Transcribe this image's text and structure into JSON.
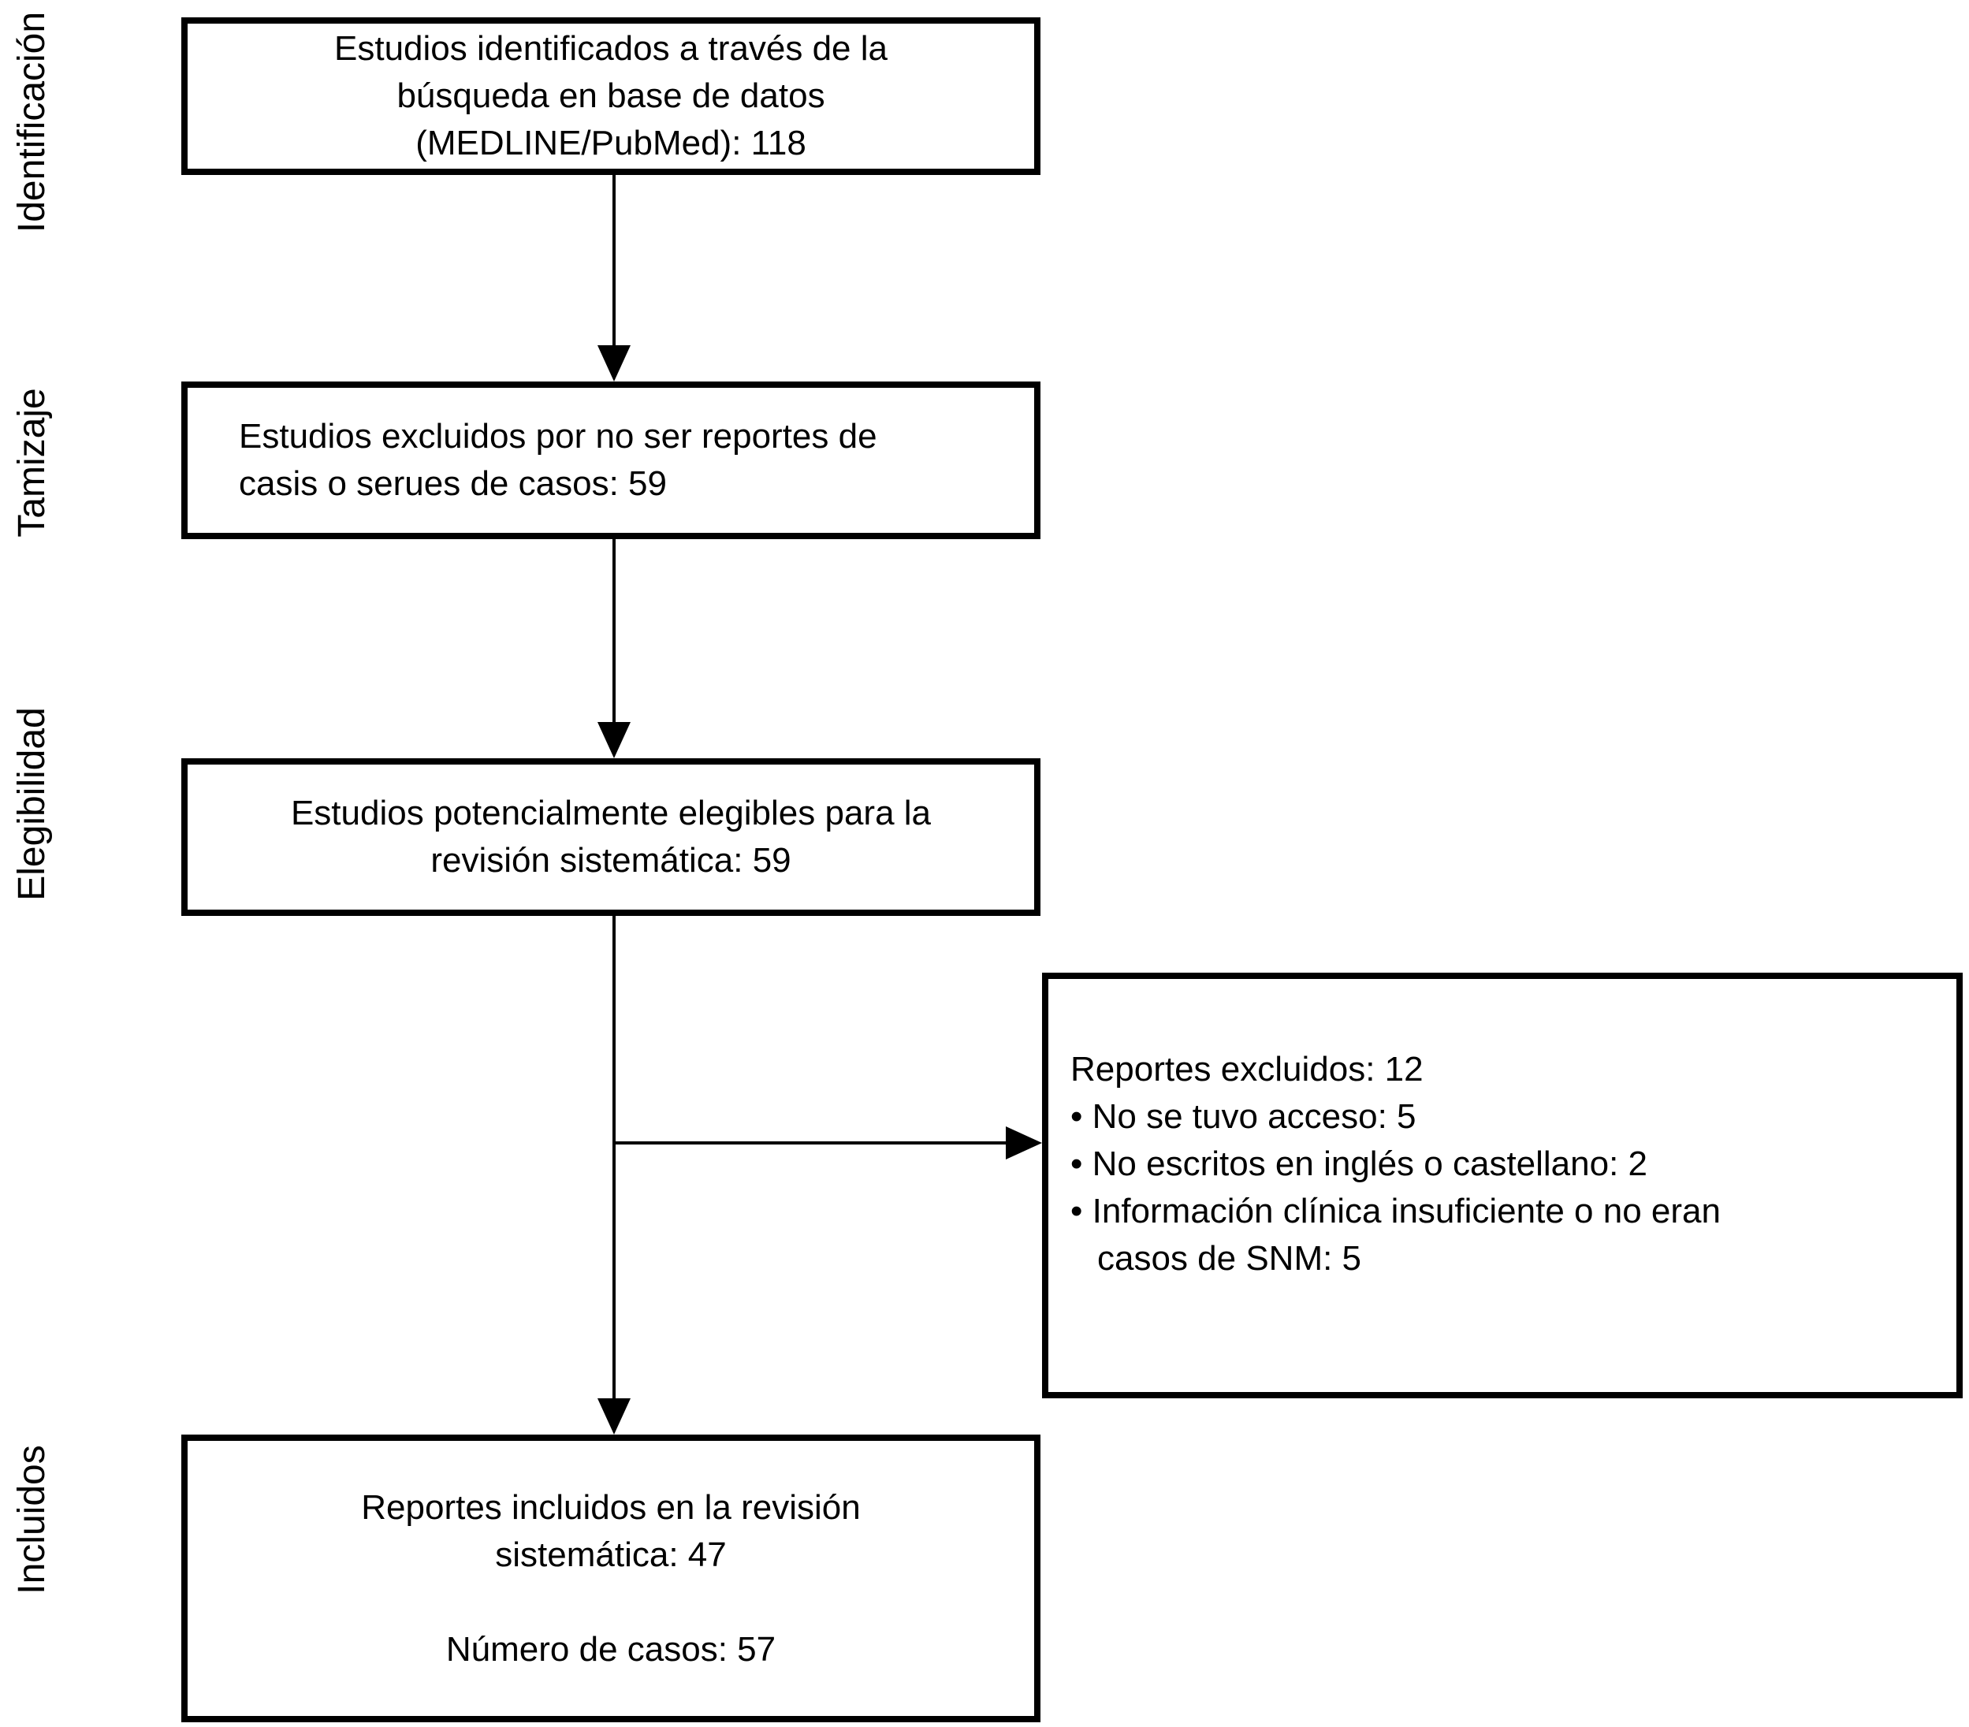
{
  "diagram": {
    "title": "PRISMA flow diagram (systematic review, Spanish)",
    "colors": {
      "line": "#000000",
      "background": "#ffffff"
    },
    "stage_labels": [
      {
        "label": "Identificación"
      },
      {
        "label": "Tamizaje"
      },
      {
        "label": "Elegibilidad"
      },
      {
        "label": "Incluidos"
      }
    ],
    "boxes": {
      "identification": {
        "lines": [
          "Estudios identificados a través de la",
          "búsqueda en base de datos",
          "(MEDLINE/PubMed): 118"
        ],
        "count": 118
      },
      "screening": {
        "lines": [
          "Estudios excluidos por no ser reportes de",
          "casis o serues de casos: 59"
        ],
        "count": 59
      },
      "eligibility": {
        "lines": [
          "Estudios potencialmente elegibles para la",
          "revisión sistemática: 59"
        ],
        "count": 59
      },
      "excluded": {
        "lines": [
          "Reportes excluidos: 12",
          "• No se tuvo acceso: 5",
          "• No escritos en inglés o castellano: 2",
          "• Información clínica insuficiente o  no eran",
          "casos de SNM: 5"
        ],
        "count": 12
      },
      "included": {
        "lines": [
          "Reportes incluidos en la revisión",
          "sistemática: 47",
          "",
          "Número de casos: 57"
        ],
        "reports": 47,
        "cases": 57
      }
    }
  }
}
